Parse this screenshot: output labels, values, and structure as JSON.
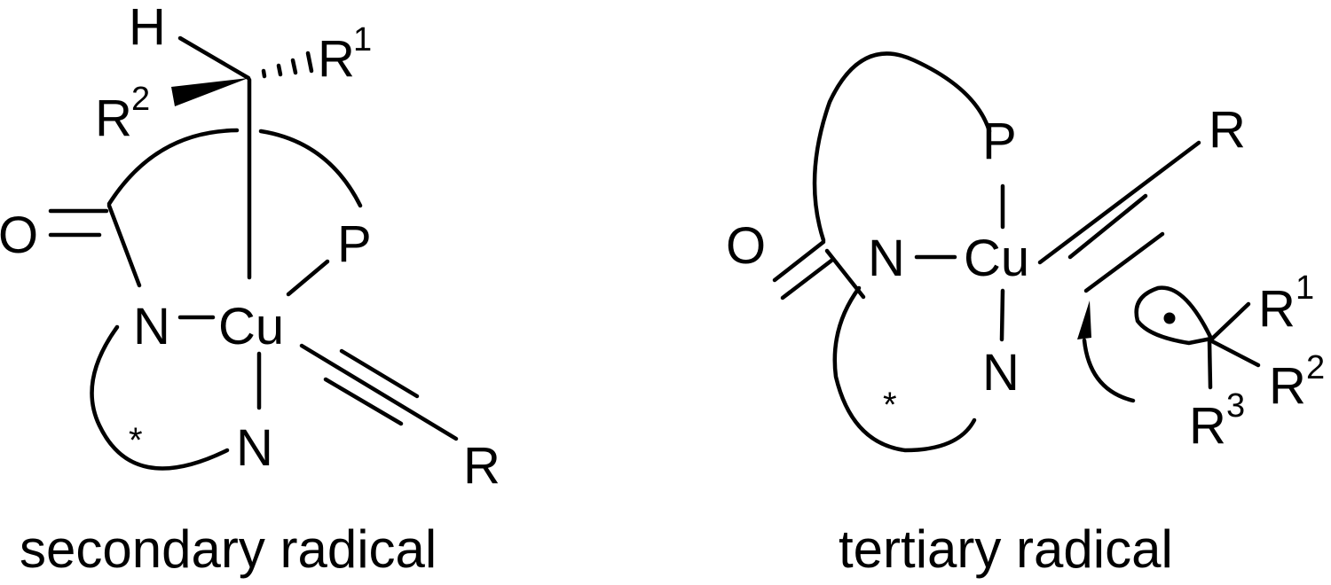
{
  "figure": {
    "left": {
      "caption": "secondary radical",
      "atoms": {
        "H": "H",
        "R1": "R",
        "R1_sup": "1",
        "R2": "R",
        "R2_sup": "2",
        "O": "O",
        "N_amide": "N",
        "Cu": "Cu",
        "P": "P",
        "N_ligand": "N",
        "R_alkyne": "R",
        "chiral_mark": "*"
      }
    },
    "right": {
      "caption": "tertiary radical",
      "atoms": {
        "O": "O",
        "N_amide": "N",
        "Cu": "Cu",
        "P": "P",
        "N_ligand": "N",
        "R_alkyne": "R",
        "R1": "R",
        "R1_sup": "1",
        "R2": "R",
        "R2_sup": "2",
        "R3": "R",
        "R3_sup": "3",
        "chiral_mark": "*"
      }
    }
  }
}
